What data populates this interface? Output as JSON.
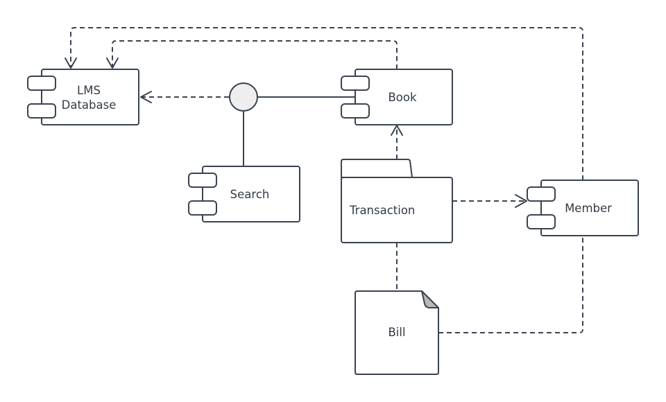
{
  "diagram": {
    "type": "UML component diagram",
    "nodes": {
      "lms_database": {
        "label_line1": "LMS",
        "label_line2": "Database",
        "kind": "component"
      },
      "book": {
        "label": "Book",
        "kind": "component"
      },
      "search": {
        "label": "Search",
        "kind": "component"
      },
      "member": {
        "label": "Member",
        "kind": "component"
      },
      "transaction": {
        "label": "Transaction",
        "kind": "package"
      },
      "bill": {
        "label": "Bill",
        "kind": "artifact"
      },
      "interface": {
        "label": "",
        "kind": "provided-interface"
      }
    },
    "edges": [
      {
        "from": "interface",
        "to": "lms_database",
        "style": "dashed",
        "arrow": "open"
      },
      {
        "from": "book",
        "to": "interface",
        "style": "solid",
        "arrow": "none"
      },
      {
        "from": "search",
        "to": "interface",
        "style": "solid",
        "arrow": "none"
      },
      {
        "from": "book",
        "to": "lms_database",
        "style": "dashed",
        "arrow": "open"
      },
      {
        "from": "member",
        "to": "lms_database",
        "style": "dashed",
        "arrow": "open"
      },
      {
        "from": "transaction",
        "to": "book",
        "style": "dashed",
        "arrow": "open"
      },
      {
        "from": "transaction",
        "to": "member",
        "style": "dashed",
        "arrow": "open"
      },
      {
        "from": "bill",
        "to": "transaction",
        "style": "dashed",
        "arrow": "none"
      },
      {
        "from": "bill",
        "to": "member",
        "style": "dashed",
        "arrow": "none"
      }
    ],
    "colors": {
      "stroke": "#3a4250",
      "interface_fill": "#eeeeee",
      "fold_fill": "#b8b8b8",
      "text": "#333a44"
    }
  }
}
